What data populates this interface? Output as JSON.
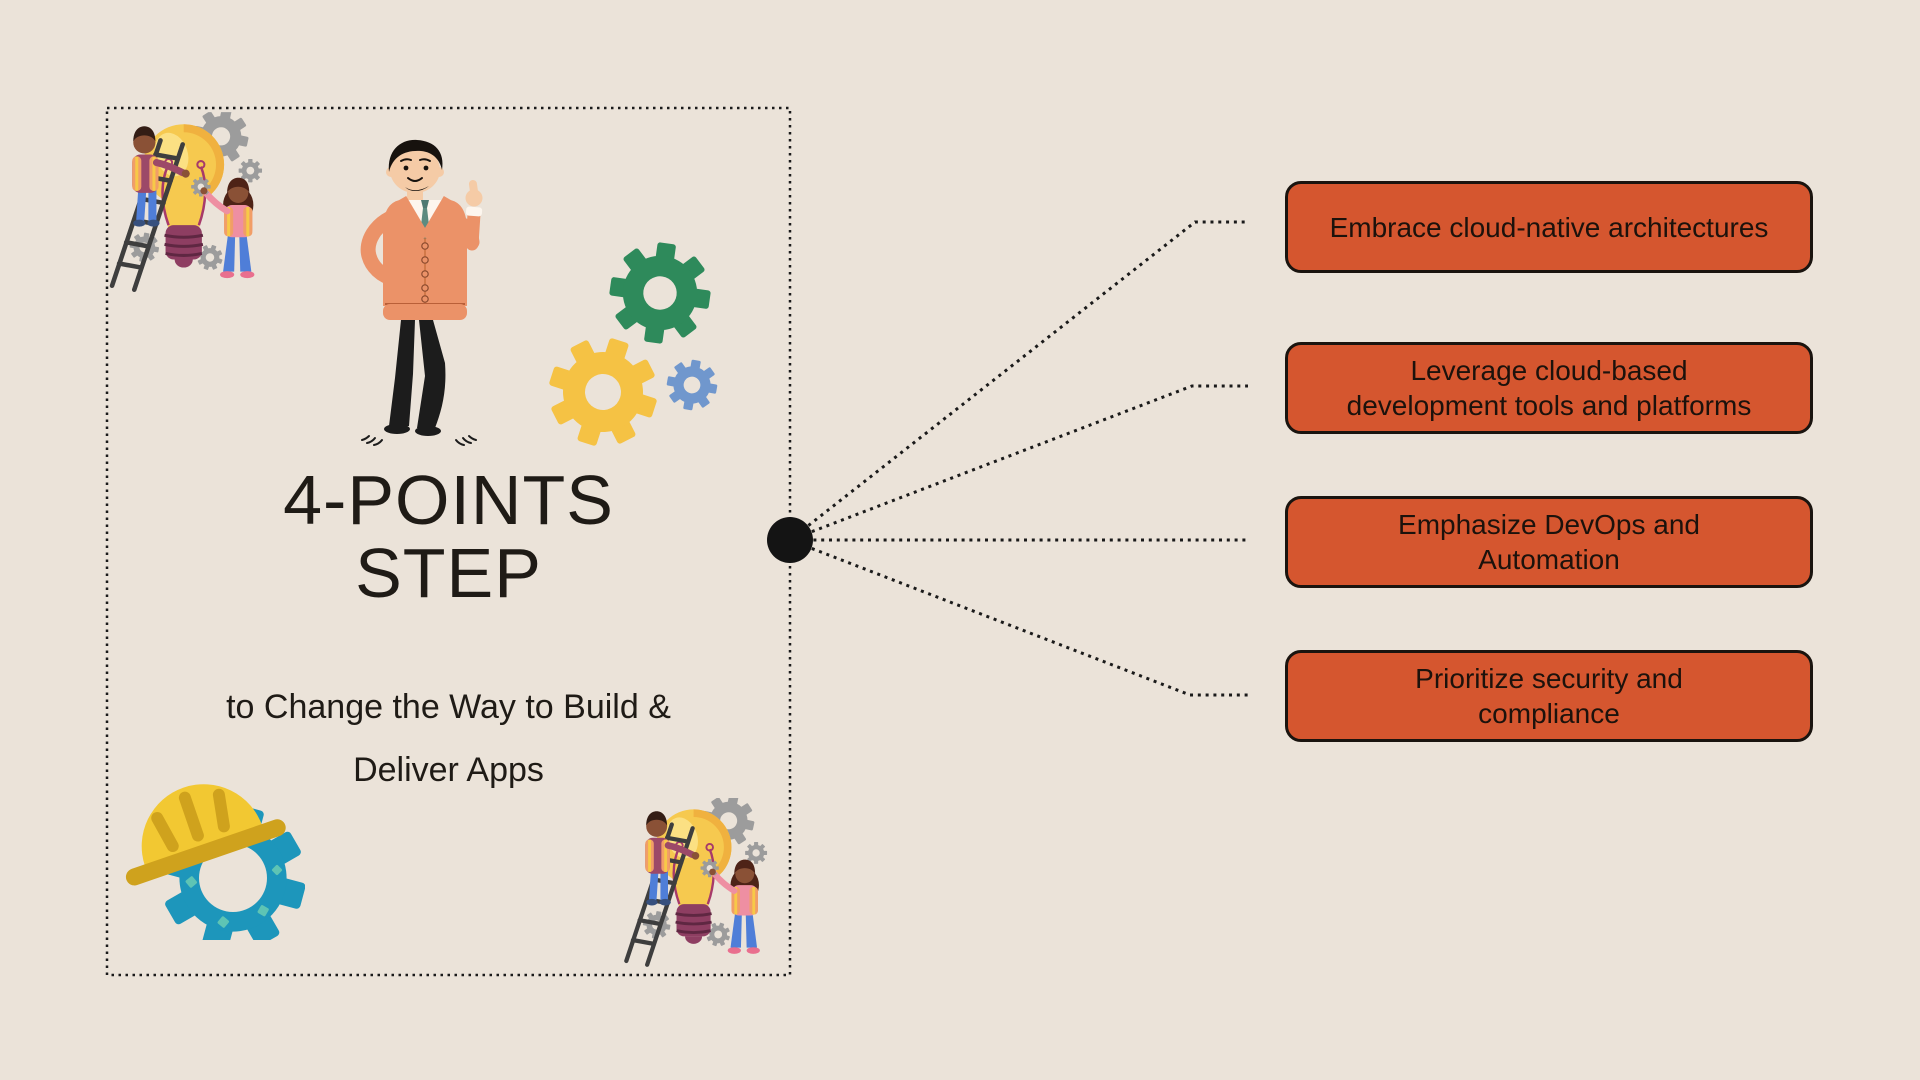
{
  "background_color": "#ebe3d9",
  "panel": {
    "title": {
      "line1": "4-POINTS",
      "line2": "STEP"
    },
    "subtitle": {
      "line1": "to Change the Way to Build &",
      "line2": "Deliver Apps"
    }
  },
  "steps": [
    {
      "line1": "Embrace cloud-native architectures",
      "line2": ""
    },
    {
      "line1": "Leverage cloud-based",
      "line2": "development tools and platforms"
    },
    {
      "line1": "Emphasize DevOps and",
      "line2": "Automation"
    },
    {
      "line1": "Prioritize security and",
      "line2": "compliance"
    }
  ],
  "colors": {
    "step_fill": "#d5562f",
    "step_border": "#1a140f",
    "connector_line": "#1a1a1a",
    "hub_dot": "#141414",
    "text": "#1f1b16",
    "gear_green": "#2e8a5b",
    "gear_yellow": "#f5c244",
    "gear_blue": "#7097cd",
    "gear_teal": "#1d96bb",
    "gear_gray": "#9c9c9c",
    "hardhat_yellow": "#f2c832",
    "bulb_yellow": "#f6c94f",
    "bulb_base_plum": "#8e3e62"
  },
  "icons": {
    "top_left": "teamwork-lightbulb-illustration",
    "center": "man-thumbs-up-illustration",
    "right_of_man": "gears-trio-icon",
    "bottom_left": "hardhat-gear-icon",
    "bottom_right": "teamwork-lightbulb-illustration",
    "hub": "hub-dot"
  }
}
